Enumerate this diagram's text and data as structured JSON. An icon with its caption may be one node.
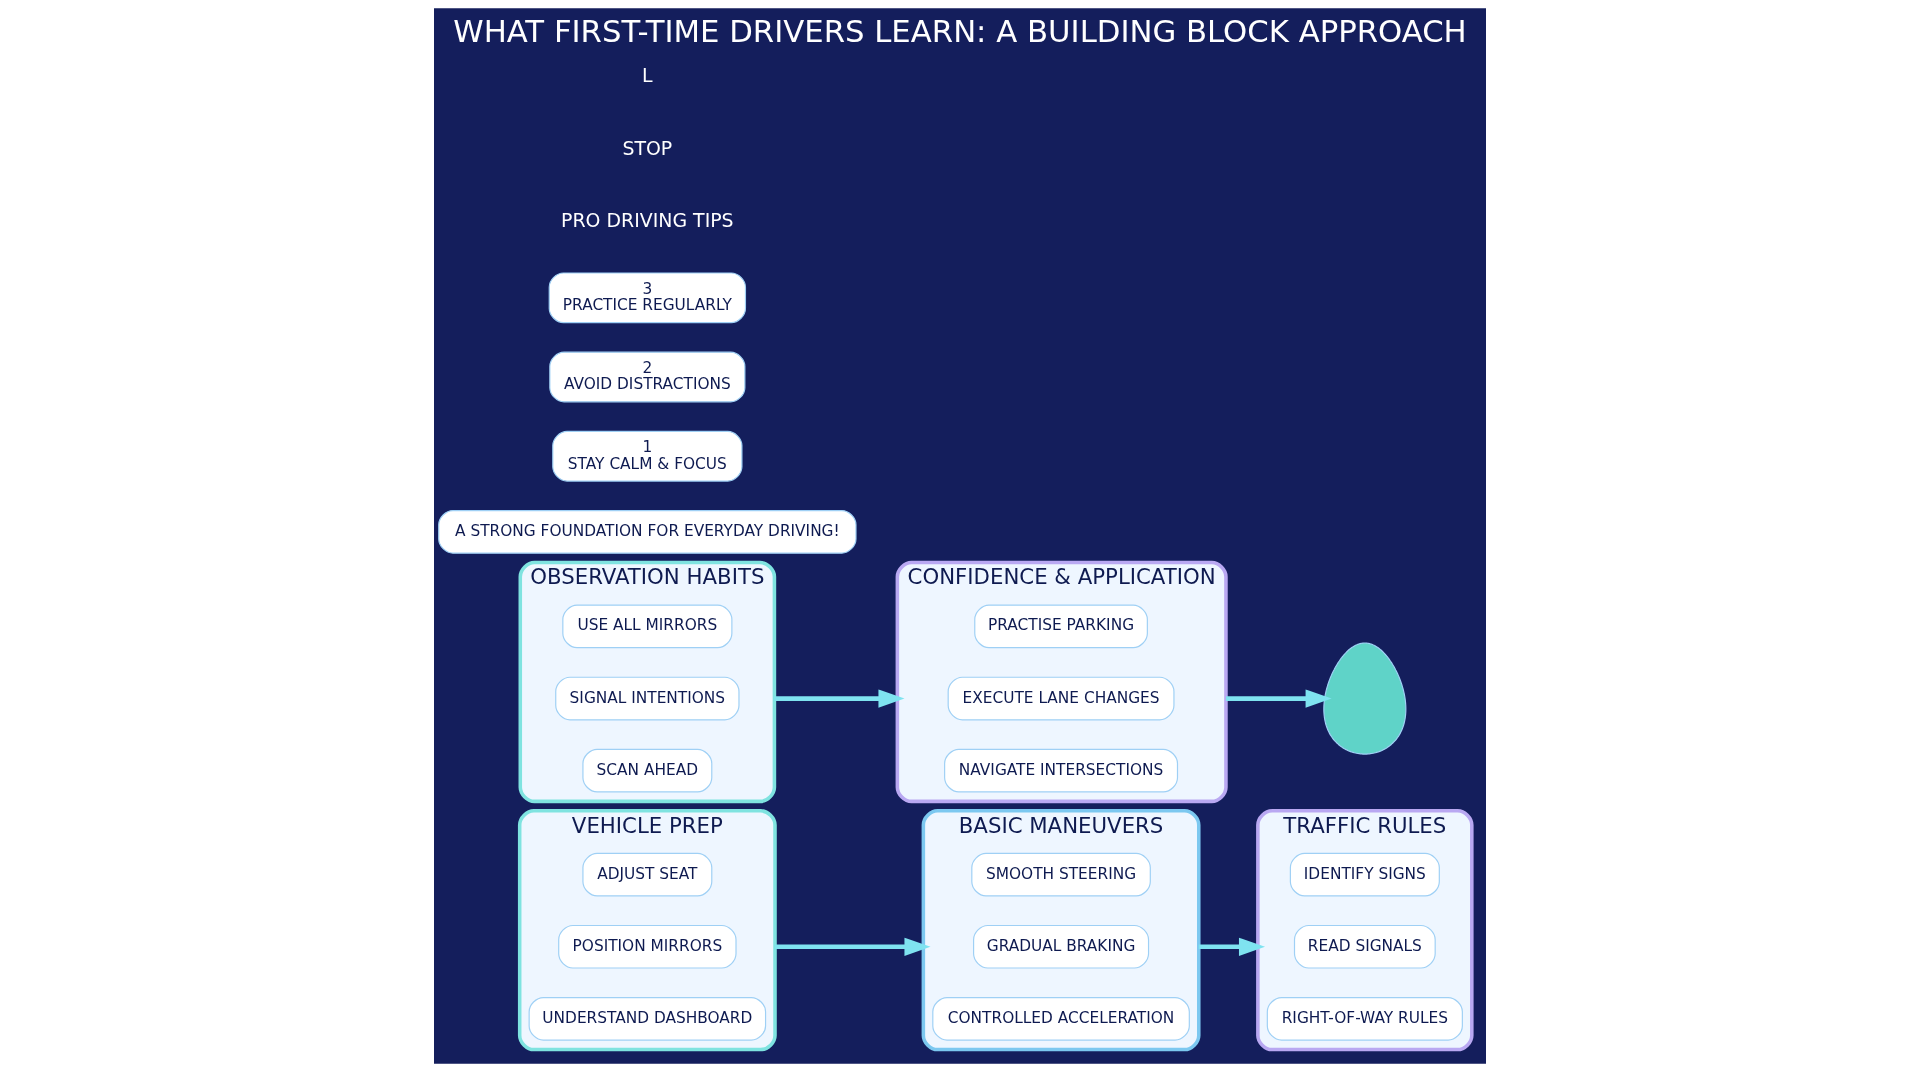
{
  "diagram": {
    "title": "WHAT FIRST-TIME DRIVERS LEARN: A BUILDING BLOCK APPROACH",
    "nodes": [
      {
        "text": [
          "VEHICLE PREP"
        ]
      },
      {
        "text": [
          "ADJUST SEAT"
        ],
        "in": 0
      },
      {
        "text": [
          "POSITION MIRRORS"
        ],
        "in": 0
      },
      {
        "text": [
          "UNDERSTAND DASHBOARD"
        ],
        "in": 0
      },
      {
        "text": [
          "BASIC MANEUVERS"
        ]
      },
      {
        "text": [
          "SMOOTH STEERING"
        ],
        "in": 4
      },
      {
        "text": [
          "GRADUAL BRAKING"
        ],
        "in": 4
      },
      {
        "text": [
          "CONTROLLED ACCELERATION"
        ],
        "in": 4
      },
      {
        "text": [
          "TRAFFIC RULES"
        ]
      },
      {
        "text": [
          "IDENTIFY SIGNS"
        ],
        "in": 8
      },
      {
        "text": [
          "READ SIGNALS"
        ],
        "in": 8
      },
      {
        "text": [
          "RIGHT-OF-WAY RULES"
        ],
        "in": 8
      },
      {
        "text": [
          "OBSERVATION HABITS"
        ]
      },
      {
        "text": [
          "USE ALL MIRRORS"
        ],
        "in": 12
      },
      {
        "text": [
          "SIGNAL INTENTIONS"
        ],
        "in": 12
      },
      {
        "text": [
          "SCAN AHEAD"
        ],
        "in": 12
      },
      {
        "text": [
          "CONFIDENCE & APPLICATION"
        ]
      },
      {
        "text": [
          "PRACTISE PARKING"
        ],
        "in": 16
      },
      {
        "text": [
          "EXECUTE LANE CHANGES"
        ],
        "in": 16
      },
      {
        "text": [
          "NAVIGATE INTERSECTIONS"
        ],
        "in": 16
      },
      {
        "text": [],
        "shape": "person"
      },
      {
        "text": [
          "A STRONG FOUNDATION FOR EVERYDAY DRIVING!"
        ]
      },
      {
        "text": [
          "1",
          "STAY CALM & FOCUS"
        ]
      },
      {
        "text": [
          "2",
          "AVOID DISTRACTIONS"
        ]
      },
      {
        "text": [
          "3",
          "PRACTICE REGULARLY"
        ]
      }
    ],
    "edges": [
      {
        "from": 0,
        "to": 4,
        "arrow": "to"
      },
      {
        "from": 4,
        "to": 8,
        "arrow": "to"
      },
      {
        "from": 12,
        "to": 16,
        "arrow": "to"
      },
      {
        "from": 16,
        "to": 20,
        "arrow": "to"
      }
    ],
    "labels": [
      "PRO DRIVING TIPS",
      "STOP",
      "L"
    ]
  }
}
